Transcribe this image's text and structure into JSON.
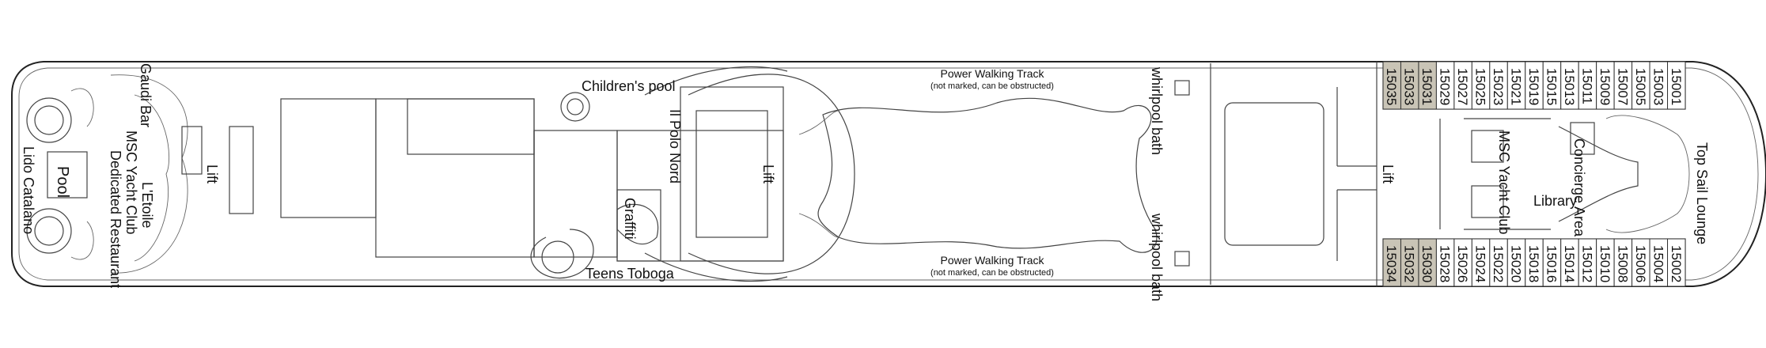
{
  "labels": {
    "lido_catalano": "Lido Catalano",
    "pool": "Pool",
    "gaudi_bar": "Gaudi Bar",
    "msc_yacht_club": "MSC Yacht Club",
    "letoile": "L'Etoile",
    "dedicated_restaurant": "Dedicated Restaurant",
    "lift": "Lift",
    "childrens_pool": "Children's pool",
    "il_polo_nord": "Il Polo Nord",
    "graffiti": "Graffiti",
    "teens_toboga": "Teens Toboga",
    "power_walking_track_top": "Power Walking Track",
    "power_walking_note_top": "(not marked, can be obstructed)",
    "power_walking_track_bottom": "Power Walking Track",
    "power_walking_note_bottom": "(not marked, can be obstructed)",
    "whirlpool_bath_top": "whirlpool bath",
    "whirlpool_bath_bottom": "whirlpool bath",
    "msc_yacht_club_right": "MSC Yacht Club",
    "library": "Library",
    "concierge_area": "Concierge Area",
    "top_sail_lounge": "Top Sail Lounge"
  },
  "cabins_top": [
    "15035",
    "15033",
    "15031",
    "15029",
    "15027",
    "15025",
    "15023",
    "15021",
    "15019",
    "15015",
    "15013",
    "15011",
    "15009",
    "15007",
    "15005",
    "15003",
    "15001"
  ],
  "cabins_bottom": [
    "15034",
    "15032",
    "15030",
    "15028",
    "15026",
    "15024",
    "15022",
    "15020",
    "15018",
    "15016",
    "15014",
    "15012",
    "15010",
    "15008",
    "15006",
    "15004",
    "15002"
  ],
  "highlight_color": "#c9c4b6"
}
